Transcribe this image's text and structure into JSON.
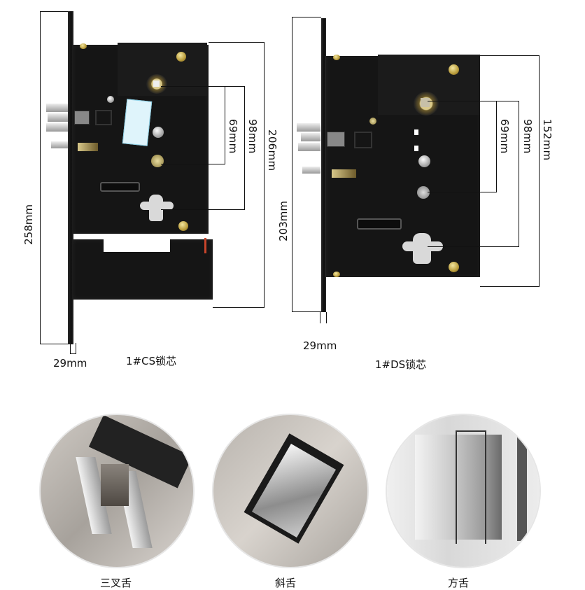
{
  "diagram": {
    "left_lock": {
      "caption": "1#CS锁芯",
      "dimensions": {
        "overall_height": "258mm",
        "body_height": "206mm",
        "hub_to_cylinder": "98mm",
        "hub_to_pin": "69mm",
        "backset_depth": "29mm"
      }
    },
    "right_lock": {
      "caption": "1#DS锁芯",
      "dimensions": {
        "overall_height": "203mm",
        "body_height": "152mm",
        "hub_to_cylinder": "98mm",
        "hub_to_pin": "69mm",
        "backset_depth": "29mm"
      }
    }
  },
  "detail_photos": [
    {
      "label": "三叉舌",
      "subject": "three-prong latch bolt"
    },
    {
      "label": "斜舌",
      "subject": "slanted latch bolt"
    },
    {
      "label": "方舌",
      "subject": "square dead bolt"
    }
  ],
  "colors": {
    "lock_body": "#151515",
    "brass_screw": "#c9ab4a",
    "sticker": "#dff4fb",
    "dimension_line": "#111111",
    "background": "#ffffff"
  }
}
